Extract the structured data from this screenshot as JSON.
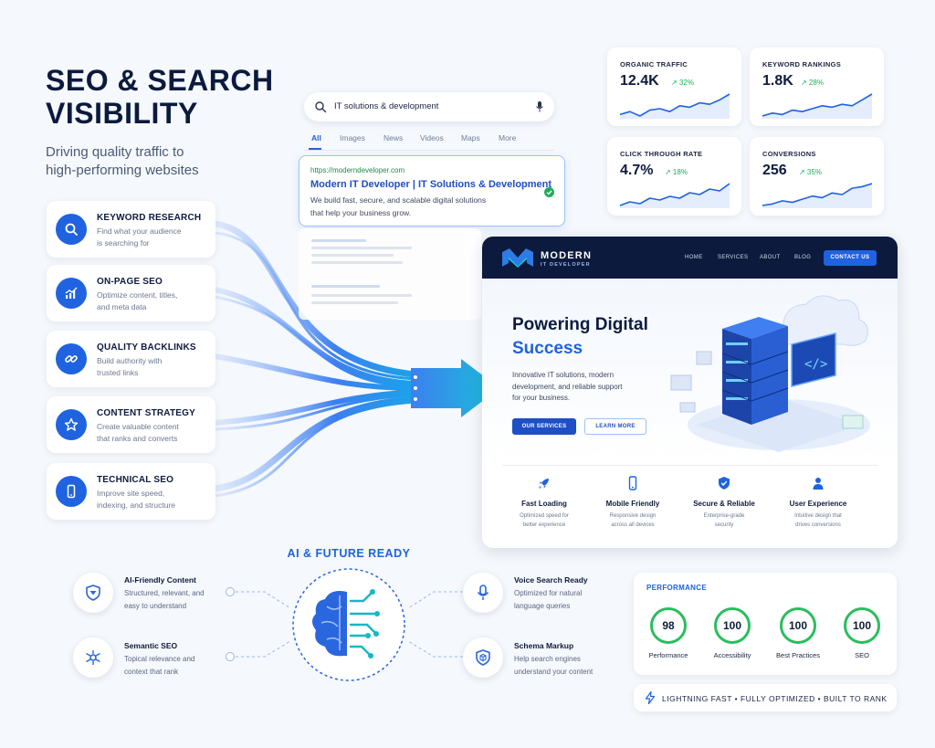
{
  "hero": {
    "title_line1": "SEO & SEARCH",
    "title_line2": "VISIBILITY",
    "subtitle_line1": "Driving quality traffic to",
    "subtitle_line2": "high-performing websites"
  },
  "strategies": [
    {
      "title": "KEYWORD RESEARCH",
      "desc_line1": "Find what your audience",
      "desc_line2": "is searching for",
      "icon": "search-icon"
    },
    {
      "title": "ON-PAGE SEO",
      "desc_line1": "Optimize content, titles,",
      "desc_line2": "and meta data",
      "icon": "chart-icon"
    },
    {
      "title": "QUALITY BACKLINKS",
      "desc_line1": "Build authority with",
      "desc_line2": "trusted links",
      "icon": "link-icon"
    },
    {
      "title": "CONTENT STRATEGY",
      "desc_line1": "Create valuable content",
      "desc_line2": "that ranks and converts",
      "icon": "star-icon"
    },
    {
      "title": "TECHNICAL SEO",
      "desc_line1": "Improve site speed,",
      "desc_line2": "indexing, and structure",
      "icon": "mobile-icon"
    }
  ],
  "search": {
    "query": "IT solutions & development",
    "tabs": [
      "All",
      "Images",
      "News",
      "Videos",
      "Maps",
      "More"
    ],
    "active_tab": "All",
    "result": {
      "url": "https://moderndeveloper.com",
      "title": "Modern IT Developer | IT Solutions & Development",
      "desc_line1": "We build fast, secure, and scalable digital solutions",
      "desc_line2": "that help your business grow."
    }
  },
  "metrics": [
    {
      "label": "ORGANIC TRAFFIC",
      "value": "12.4K",
      "change": "↗ 32%",
      "trend": [
        10,
        12,
        9,
        13,
        14,
        12,
        16,
        15,
        18,
        17,
        20,
        24
      ]
    },
    {
      "label": "KEYWORD RANKINGS",
      "value": "1.8K",
      "change": "↗ 28%",
      "trend": [
        8,
        10,
        9,
        12,
        11,
        13,
        15,
        14,
        16,
        15,
        19,
        23
      ]
    },
    {
      "label": "CLICK THROUGH RATE",
      "value": "4.7%",
      "change": "↗ 18%",
      "trend": [
        9,
        11,
        10,
        13,
        12,
        14,
        13,
        16,
        15,
        18,
        17,
        21
      ]
    },
    {
      "label": "CONVERSIONS",
      "value": "256",
      "change": "↗ 35%",
      "trend": [
        8,
        9,
        11,
        10,
        12,
        14,
        13,
        16,
        15,
        19,
        20,
        22
      ]
    }
  ],
  "website": {
    "brand_line1": "MODERN",
    "brand_line2": "IT DEVELOPER",
    "nav": [
      "HOME",
      "SERVICES",
      "ABOUT",
      "BLOG"
    ],
    "cta": "CONTACT US",
    "hero_line1": "Powering Digital",
    "hero_line2": "Success",
    "hero_p_line1": "Innovative IT solutions, modern",
    "hero_p_line2": "development, and reliable support",
    "hero_p_line3": "for your business.",
    "primary_btn": "OUR SERVICES",
    "secondary_btn": "LEARN MORE",
    "features": [
      {
        "title": "Fast Loading",
        "desc_line1": "Optimized speed for",
        "desc_line2": "better experience",
        "icon": "rocket-icon"
      },
      {
        "title": "Mobile Friendly",
        "desc_line1": "Responsive design",
        "desc_line2": "across all devices",
        "icon": "phone-icon"
      },
      {
        "title": "Secure & Reliable",
        "desc_line1": "Enterprise-grade",
        "desc_line2": "security",
        "icon": "shield-icon"
      },
      {
        "title": "User Experience",
        "desc_line1": "Intuitive design that",
        "desc_line2": "drives conversions",
        "icon": "user-icon"
      }
    ]
  },
  "ai": {
    "heading": "AI & FUTURE READY",
    "items": [
      {
        "title": "AI-Friendly Content",
        "desc_line1": "Structured, relevant, and",
        "desc_line2": "easy to understand",
        "icon": "shield-badge-icon"
      },
      {
        "title": "Semantic SEO",
        "desc_line1": "Topical relevance and",
        "desc_line2": "context that rank",
        "icon": "network-icon"
      },
      {
        "title": "Voice Search Ready",
        "desc_line1": "Optimized for natural",
        "desc_line2": "language queries",
        "icon": "microphone-icon"
      },
      {
        "title": "Schema Markup",
        "desc_line1": "Help search engines",
        "desc_line2": "understand your content",
        "icon": "cube-icon"
      }
    ]
  },
  "performance": {
    "title": "PERFORMANCE",
    "scores": [
      {
        "value": "98",
        "label": "Performance"
      },
      {
        "value": "100",
        "label": "Accessibility"
      },
      {
        "value": "100",
        "label": "Best Practices"
      },
      {
        "value": "100",
        "label": "SEO"
      }
    ],
    "ring_color": "#2bbd5e"
  },
  "tagline": "LIGHTNING FAST  •  FULLY OPTIMIZED  •  BUILT TO RANK",
  "colors": {
    "accent": "#1f63e0",
    "navy": "#0b1a3d",
    "success": "#1fae5b"
  }
}
